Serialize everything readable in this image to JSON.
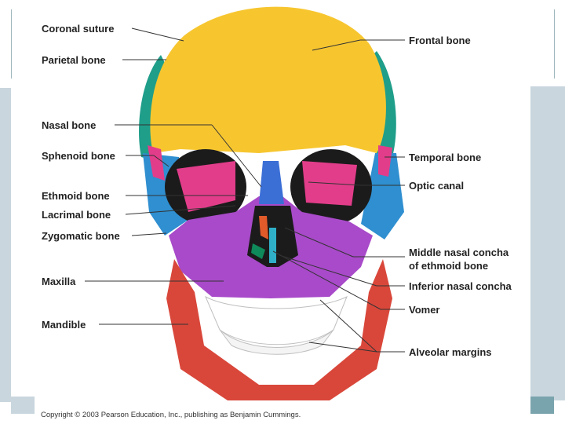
{
  "labels_left": {
    "coronal_suture": "Coronal suture",
    "parietal_bone": "Parietal bone",
    "nasal_bone": "Nasal bone",
    "sphenoid_bone": "Sphenoid bone",
    "ethmoid_bone": "Ethmoid bone",
    "lacrimal_bone": "Lacrimal bone",
    "zygomatic_bone": "Zygomatic bone",
    "maxilla": "Maxilla",
    "mandible": "Mandible"
  },
  "labels_right": {
    "frontal_bone": "Frontal bone",
    "temporal_bone": "Temporal bone",
    "optic_canal": "Optic canal",
    "middle_nasal_concha_1": "Middle nasal concha",
    "middle_nasal_concha_2": "of ethmoid bone",
    "inferior_nasal_concha": "Inferior nasal concha",
    "vomer": "Vomer",
    "alveolar_margins": "Alveolar margins"
  },
  "copyright": "Copyright © 2003 Pearson Education, Inc., publishing as Benjamin Cummings.",
  "colors": {
    "frontal": "#f7c62f",
    "parietal": "#1f9e8a",
    "temporal": "#2f8fd0",
    "sphenoid": "#e23d8a",
    "maxilla": "#a84ac9",
    "mandible": "#d9473a",
    "nasal": "#3b6fd6",
    "teeth": "#ffffff",
    "orbit_dark": "#1b1b1b"
  }
}
